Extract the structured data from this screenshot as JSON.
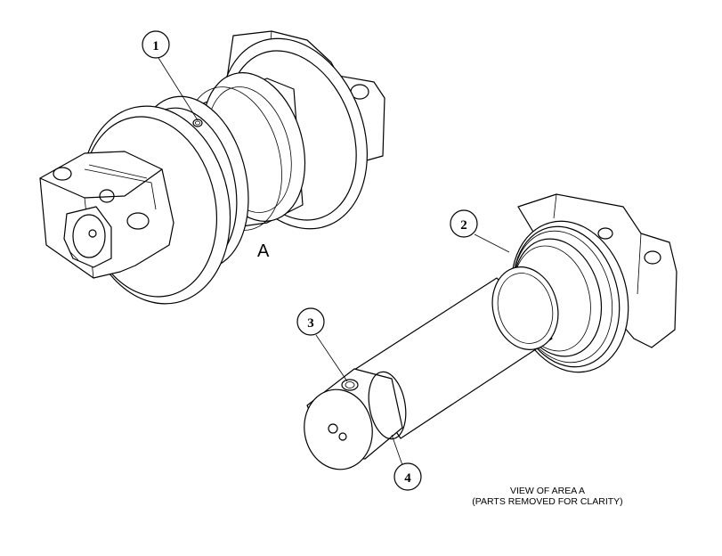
{
  "callouts": [
    {
      "label": "1"
    },
    {
      "label": "2"
    },
    {
      "label": "3"
    },
    {
      "label": "4"
    }
  ],
  "area_label": "A",
  "caption": {
    "line1": "VIEW OF AREA A",
    "line2": "(PARTS REMOVED FOR CLARITY)"
  }
}
